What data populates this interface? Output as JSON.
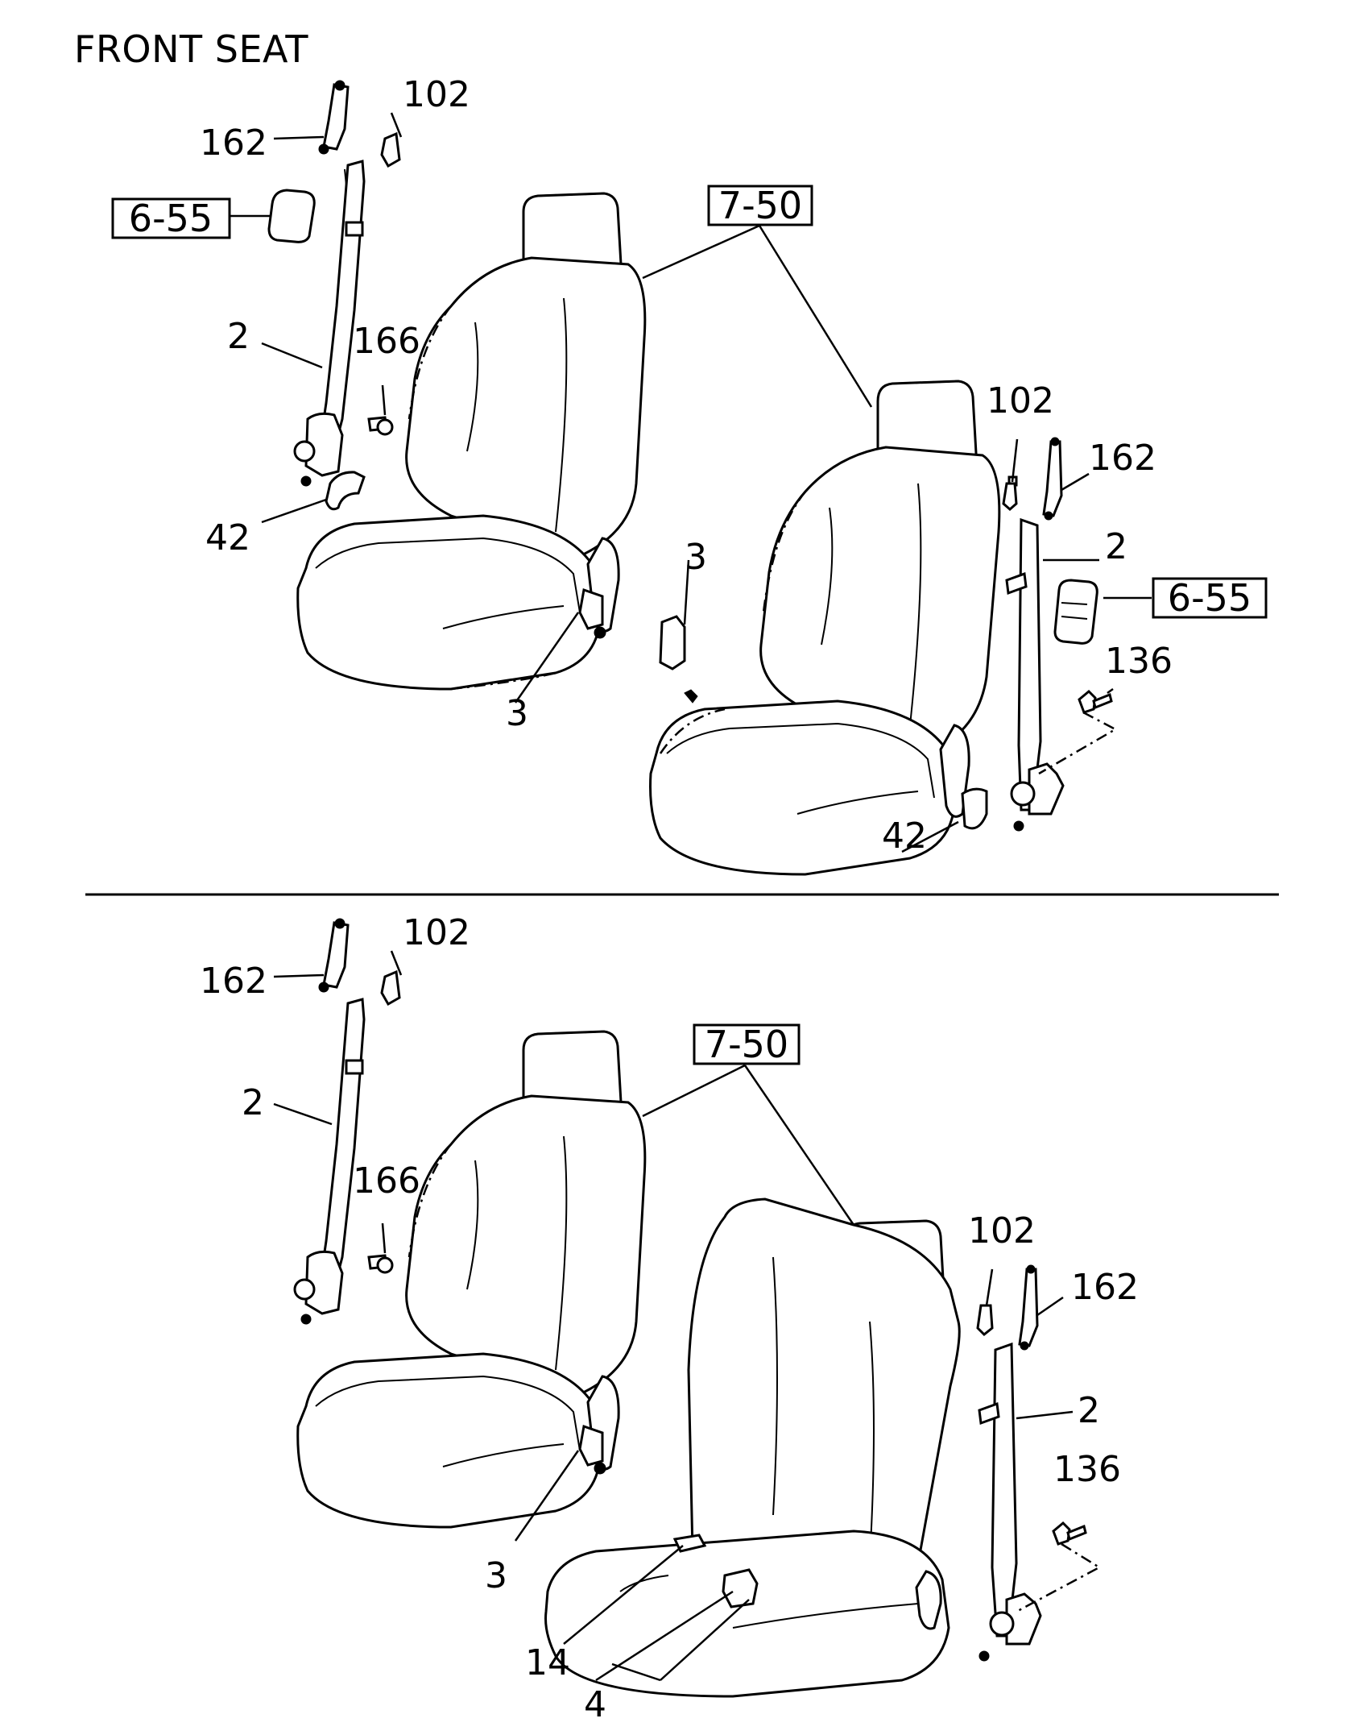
{
  "title": "FRONT SEAT",
  "top_labels": {
    "l102a": "102",
    "l162a": "162",
    "l655a": "6-55",
    "l750a": "7-50",
    "l2a": "2",
    "l166a": "166",
    "l42a": "42",
    "l3a": "3",
    "l3b": "3",
    "l102b": "102",
    "l162b": "162",
    "l2b": "2",
    "l655b": "6-55",
    "l136a": "136",
    "l42b": "42"
  },
  "bottom_labels": {
    "l102c": "102",
    "l162c": "162",
    "l750b": "7-50",
    "l2c": "2",
    "l166b": "166",
    "l3c": "3",
    "l102d": "102",
    "l162d": "162",
    "l2d": "2",
    "l136b": "136",
    "l14": "14",
    "l4": "4"
  }
}
